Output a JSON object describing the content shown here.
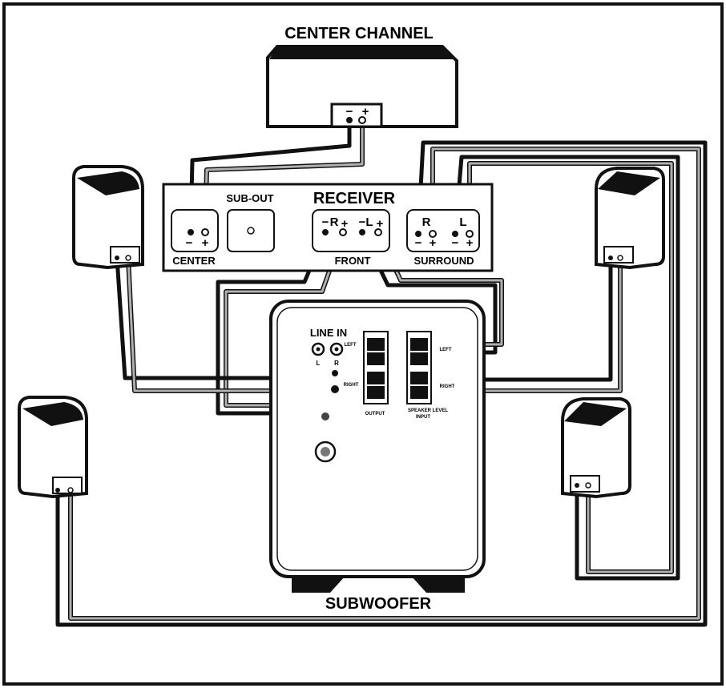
{
  "diagram": {
    "center_title": "CENTER CHANNEL",
    "receiver": {
      "title": "RECEIVER",
      "sub_out_label": "SUB-OUT",
      "center_label": "CENTER",
      "front_label": "FRONT",
      "surround_label": "SURROUND",
      "front_right_label": "R",
      "front_left_label": "L",
      "surround_right_label": "R",
      "surround_left_label": "L"
    },
    "subwoofer": {
      "title": "SUBWOOFER",
      "line_in_label": "LINE IN",
      "line_in_left": "L",
      "line_in_right": "R",
      "output_label": "OUTPUT",
      "speaker_level_label": "SPEAKER LEVEL",
      "input_label": "INPUT",
      "left_label": "LEFT",
      "right_label": "RIGHT"
    },
    "terminal_minus": "−",
    "terminal_plus": "+",
    "colors": {
      "black_wire": "#111111",
      "gray_wire": "#9a9a9a",
      "outline": "#111111",
      "panel": "#ffffff"
    }
  }
}
